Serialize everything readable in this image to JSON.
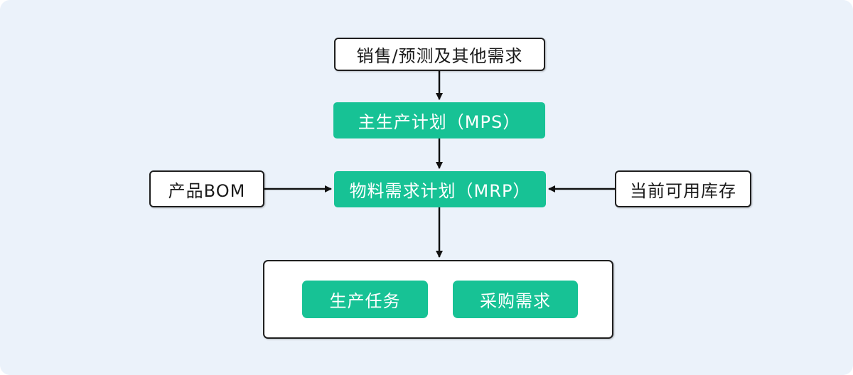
{
  "diagram": {
    "title": "MRP planning flowchart",
    "nodes": {
      "demand": {
        "label": "销售/预测及其他需求",
        "style": "white-outline"
      },
      "mps": {
        "label": "主生产计划（MPS）",
        "style": "green-filled"
      },
      "bom": {
        "label": "产品BOM",
        "style": "white-outline"
      },
      "mrp": {
        "label": "物料需求计划（MRP）",
        "style": "green-filled"
      },
      "inventory": {
        "label": "当前可用库存",
        "style": "white-outline"
      },
      "production": {
        "label": "生产任务",
        "style": "green-filled"
      },
      "purchase": {
        "label": "采购需求",
        "style": "green-filled"
      }
    },
    "edges": [
      {
        "from": "demand",
        "to": "mps",
        "direction": "down"
      },
      {
        "from": "mps",
        "to": "mrp",
        "direction": "down"
      },
      {
        "from": "bom",
        "to": "mrp",
        "direction": "right"
      },
      {
        "from": "inventory",
        "to": "mrp",
        "direction": "left"
      },
      {
        "from": "mrp",
        "to": "results",
        "direction": "down"
      }
    ]
  },
  "colors": {
    "canvas_bg": "#EBF2FA",
    "accent_green": "#17C295",
    "node_border": "#1f1f1f",
    "arrow": "#111111",
    "text_dark": "#1a1a1a",
    "text_light": "#ffffff"
  }
}
